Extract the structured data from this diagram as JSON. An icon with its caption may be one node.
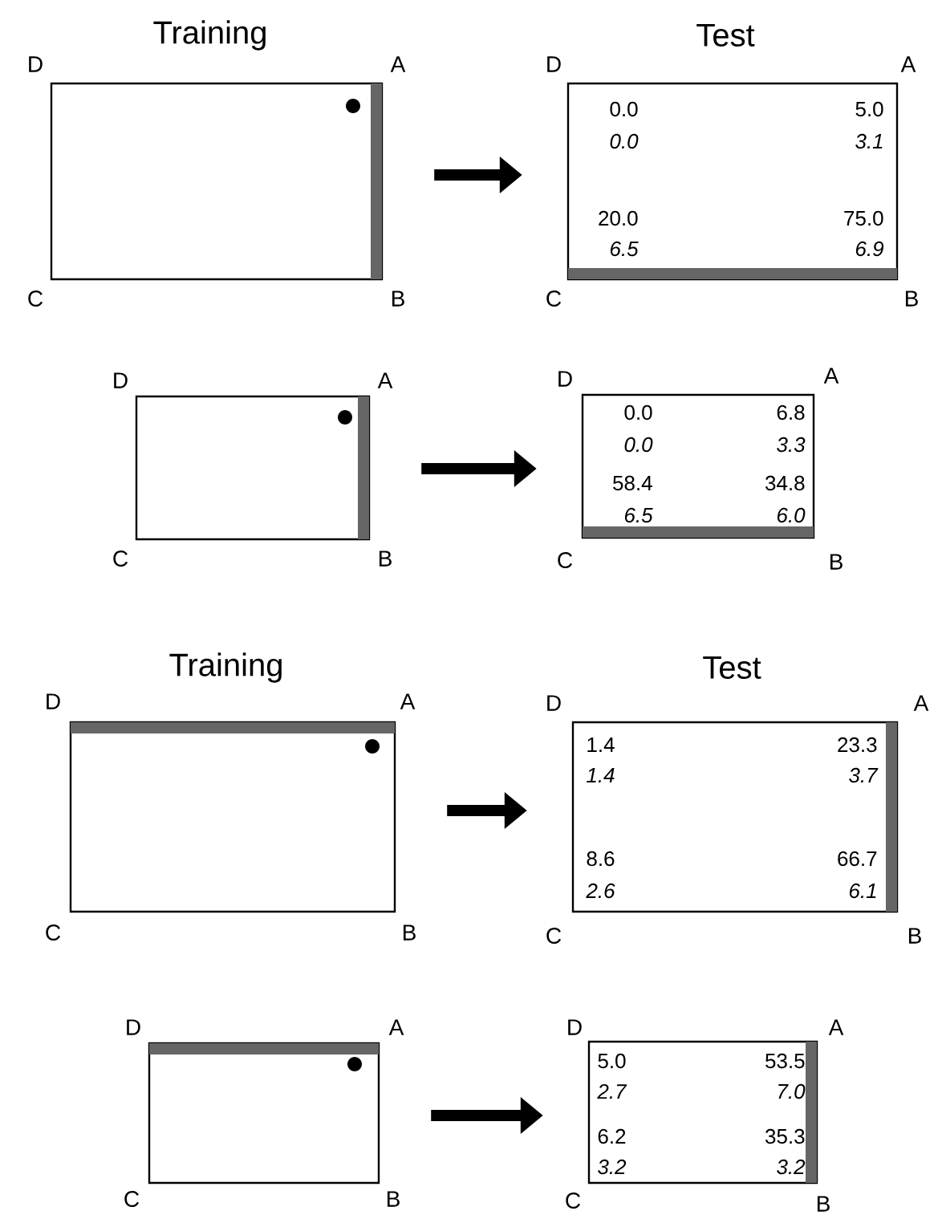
{
  "diagram": {
    "nodes": [
      {
        "text": [],
        "shape": "box"
      },
      {
        "text": [
          "0.0",
          "5.0",
          "0.0",
          "3.1",
          "20.0",
          "75.0",
          "6.5",
          "6.9"
        ]
      },
      {
        "text": [],
        "shape": "box"
      },
      {
        "text": [
          "0.0",
          "6.8",
          "0.0",
          "3.3",
          "58.4",
          "34.8",
          "6.5",
          "6.0"
        ]
      },
      {
        "text": [],
        "shape": "box"
      },
      {
        "text": [
          "1.4",
          "23.3",
          "1.4",
          "3.7",
          "8.6",
          "66.7",
          "2.6",
          "6.1"
        ]
      },
      {
        "text": [],
        "shape": "box"
      },
      {
        "text": [
          "5.0",
          "53.5",
          "2.7",
          "7.0",
          "6.2",
          "35.3",
          "3.2",
          "3.2"
        ]
      }
    ],
    "edges": [
      {
        "from": 0,
        "to": 1,
        "arrow": "to"
      },
      {
        "from": 2,
        "to": 3,
        "arrow": "to"
      },
      {
        "from": 4,
        "to": 5,
        "arrow": "to"
      },
      {
        "from": 6,
        "to": 7,
        "arrow": "to"
      }
    ],
    "labels": [
      "Training",
      "Test",
      "D",
      "A",
      "D",
      "A",
      "C",
      "B",
      "C",
      "B",
      "D",
      "A",
      "D",
      "A",
      "C",
      "B",
      "C",
      "B",
      "Training",
      "Test",
      "D",
      "A",
      "D",
      "A",
      "C",
      "B",
      "C",
      "B",
      "D",
      "A",
      "D",
      "A",
      "C",
      "B",
      "C",
      "B"
    ]
  }
}
